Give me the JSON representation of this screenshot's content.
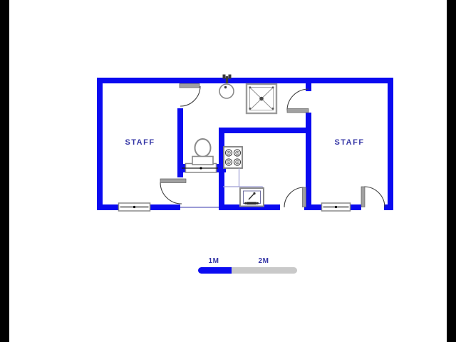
{
  "page": {
    "background": "#ffffff"
  },
  "colors": {
    "wall": "#0a0af0",
    "label_text": "#3536a6",
    "scale_blue": "#0b0bf2",
    "scale_gray": "#c9c9c9",
    "door_leaf": "#a0a0a0",
    "arc": "#404040",
    "fixture_outline": "#8a8a8a",
    "threshold": "#9b9bd6",
    "letterbox": "#000000"
  },
  "floor_plan": {
    "rooms": [
      {
        "label": "STAFF"
      },
      {
        "label": "STAFF"
      }
    ],
    "fixtures": [
      "basin-icon",
      "shower-icon",
      "toilet-icon",
      "stove-icon",
      "sink-icon",
      "counter-line",
      "window-symbol",
      "door-swing-arc"
    ]
  },
  "scale_bar": {
    "label_1m": "1M",
    "label_2m": "2M"
  }
}
